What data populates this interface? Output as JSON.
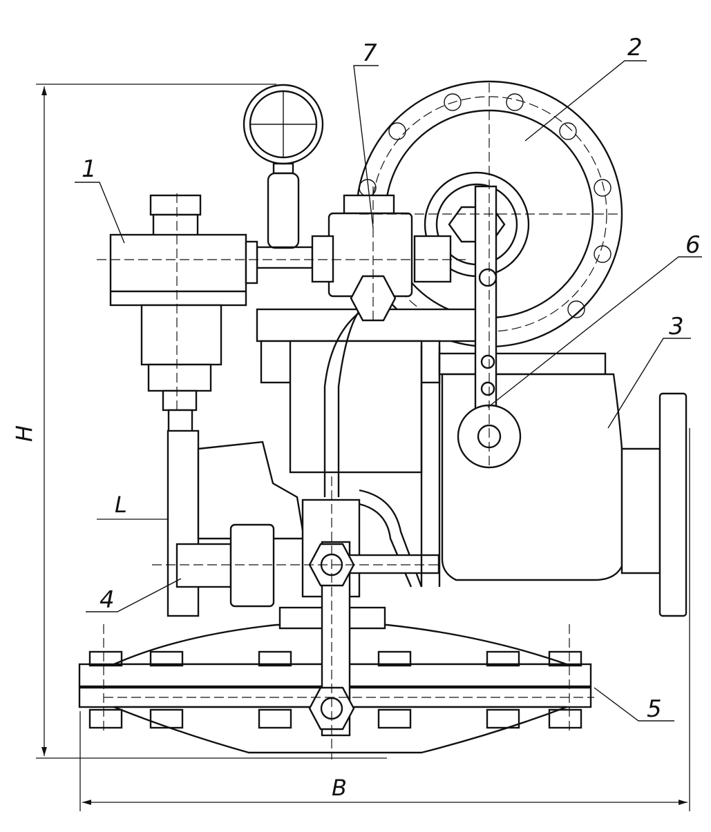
{
  "callouts": [
    "1",
    "2",
    "3",
    "4",
    "5",
    "6",
    "7"
  ],
  "dimensions": {
    "height": "H",
    "width": "B",
    "length": "L"
  }
}
